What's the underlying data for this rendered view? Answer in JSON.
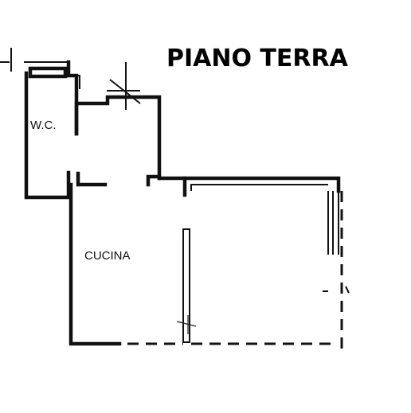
{
  "plan": {
    "title": "PIANO TERRA",
    "rooms": {
      "wc": "W.C.",
      "kitchen": "CUCINA"
    }
  }
}
